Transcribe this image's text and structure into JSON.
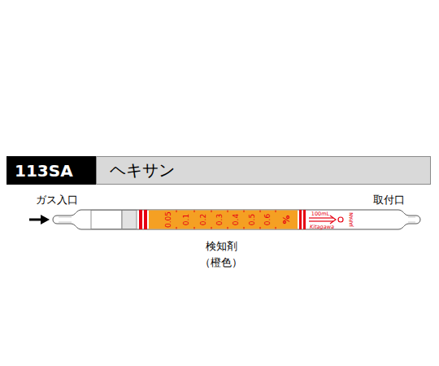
{
  "diagram": {
    "nodes": [
      {
        "text": [
          "113SA"
        ]
      },
      {
        "text": [
          "ヘキサン"
        ]
      }
    ],
    "labels": [
      "ガス入口",
      "取付口",
      "0.05",
      "0.1",
      "0.2",
      "0.3",
      "0.4",
      "0.5",
      "0.6",
      "%",
      "100mL",
      "Kitagawa",
      "JAPAN",
      "検知剤",
      "（橙色）"
    ]
  }
}
